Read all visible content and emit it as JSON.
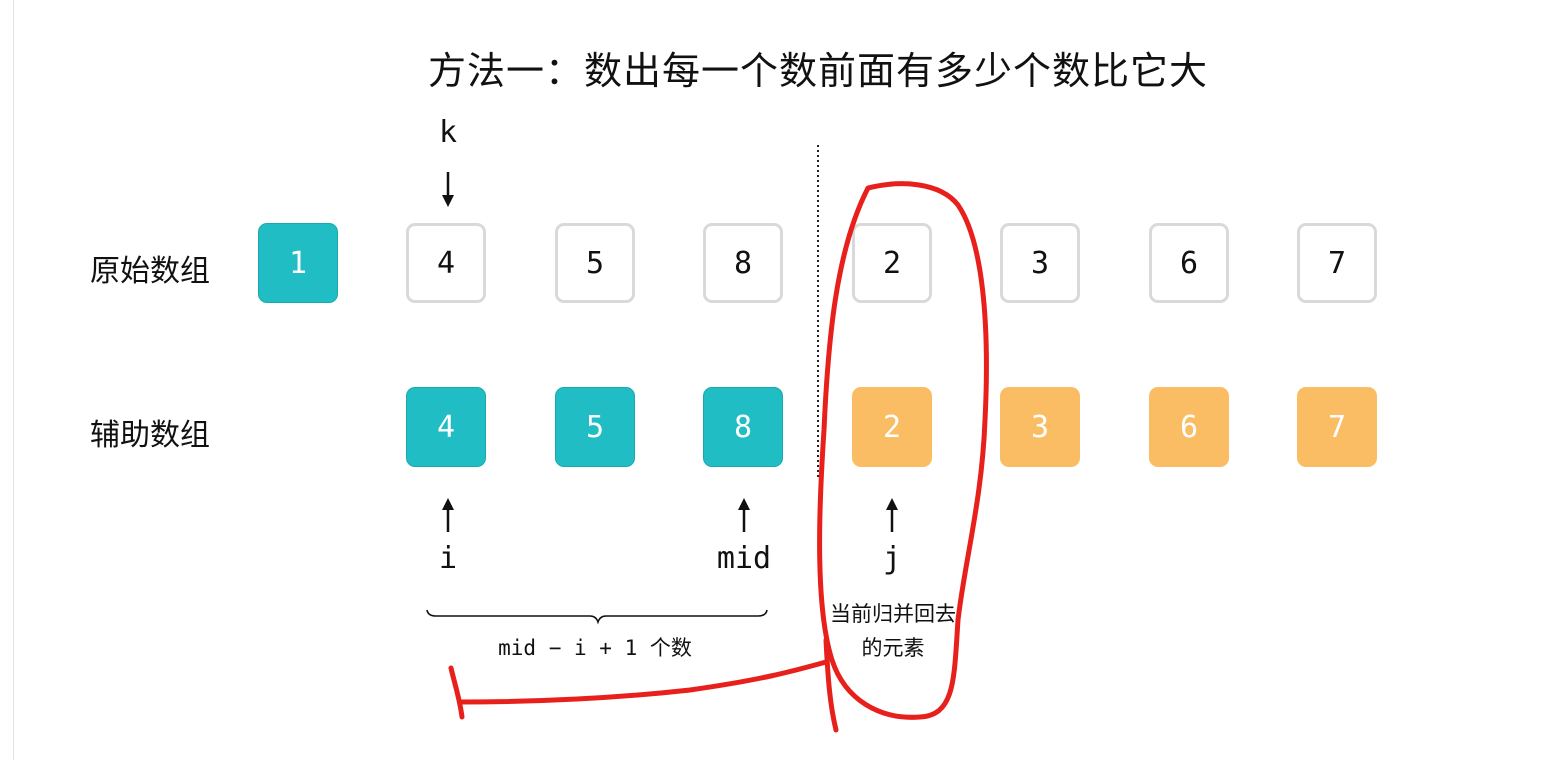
{
  "title": "方法一：数出每一个数前面有多少个数比它大",
  "rows": {
    "original_label": "原始数组",
    "auxiliary_label": "辅助数组"
  },
  "original_array": [
    "1",
    "4",
    "5",
    "8",
    "2",
    "3",
    "6",
    "7"
  ],
  "auxiliary_array": [
    "4",
    "5",
    "8",
    "2",
    "3",
    "6",
    "7"
  ],
  "pointers": {
    "k": "k",
    "i": "i",
    "mid": "mid",
    "j": "j"
  },
  "brace_label": "mid − i + 1 个数",
  "note_line1": "当前归并回去",
  "note_line2": "的元素",
  "colors": {
    "teal": "#20bdc4",
    "orange": "#fbbd63",
    "annotation_red": "#e8201c"
  }
}
